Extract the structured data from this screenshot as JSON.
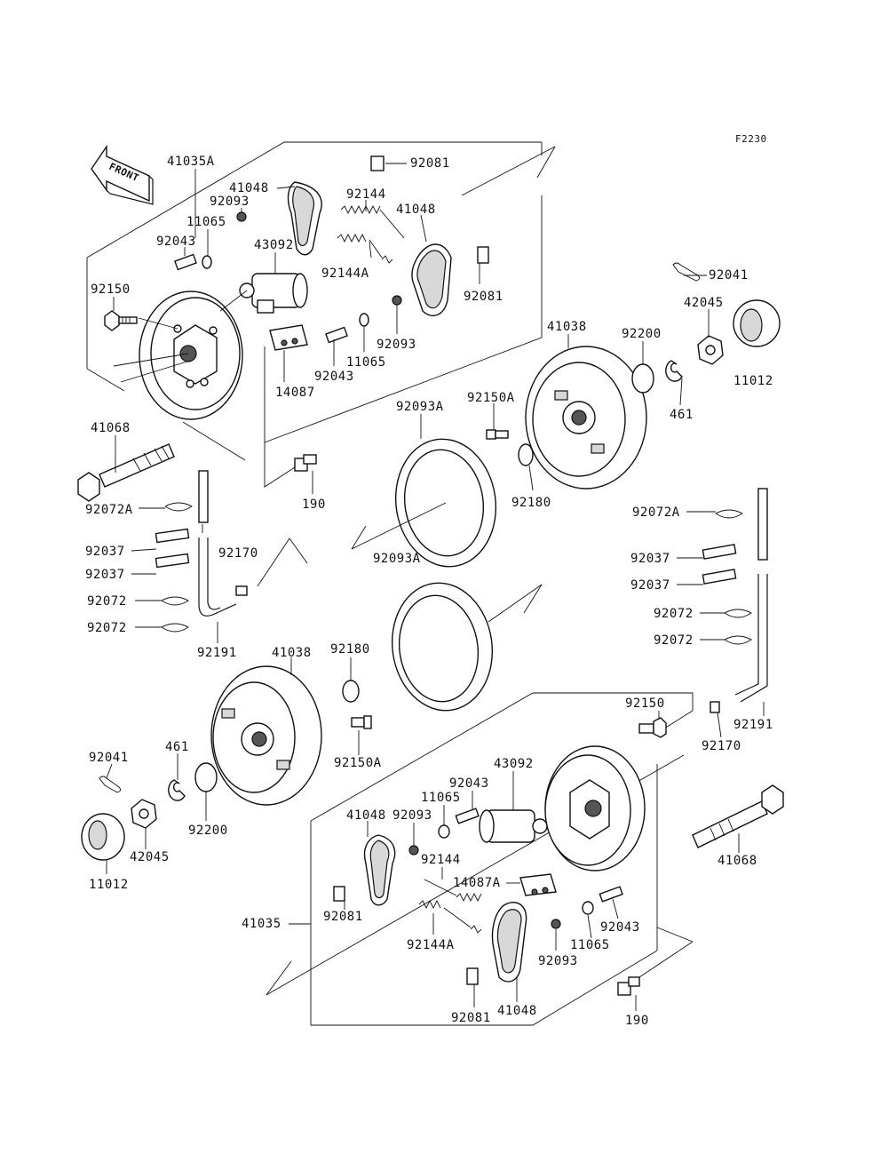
{
  "figure_code": "F2230",
  "front_arrow_text": "FRONT",
  "labels": {
    "l_41035A": "41035A",
    "l_41048_a": "41048",
    "l_92093_a": "92093",
    "l_92081_a": "92081",
    "l_92144_a": "92144",
    "l_41048_b": "41048",
    "l_11065_a": "11065",
    "l_43092_a": "43092",
    "l_92043_a": "92043",
    "l_92150_a": "92150",
    "l_92144A_a": "92144A",
    "l_92081_b": "92081",
    "l_92093_b": "92093",
    "l_11065_b": "11065",
    "l_92043_b": "92043",
    "l_14087": "14087",
    "l_92041_a": "92041",
    "l_42045_a": "42045",
    "l_11012_a": "11012",
    "l_41038_a": "41038",
    "l_92200_a": "92200",
    "l_461_a": "461",
    "l_92150A_a": "92150A",
    "l_92093A_a": "92093A",
    "l_41068_a": "41068",
    "l_190_a": "190",
    "l_92180_a": "92180",
    "l_92072A_a": "92072A",
    "l_92037_a": "92037",
    "l_92037_b": "92037",
    "l_92170_a": "92170",
    "l_92072_a": "92072",
    "l_92072_b": "92072",
    "l_92191_a": "92191",
    "l_92072A_b": "92072A",
    "l_92037_c": "92037",
    "l_92037_d": "92037",
    "l_92072_c": "92072",
    "l_92072_d": "92072",
    "l_92093A_b": "92093A",
    "l_41038_b": "41038",
    "l_92180_b": "92180",
    "l_92150A_b": "92150A",
    "l_92041_b": "92041",
    "l_461_b": "461",
    "l_92200_b": "92200",
    "l_42045_b": "42045",
    "l_11012_b": "11012",
    "l_92150_b": "92150",
    "l_92170_b": "92170",
    "l_92191_b": "92191",
    "l_43092_b": "43092",
    "l_92043_c": "92043",
    "l_11065_c": "11065",
    "l_41048_c": "41048",
    "l_92093_c": "92093",
    "l_92144_b": "92144",
    "l_14087A": "14087A",
    "l_41068_b": "41068",
    "l_41035": "41035",
    "l_92081_c": "92081",
    "l_92144A_b": "92144A",
    "l_92093_d": "92093",
    "l_11065_d": "11065",
    "l_92043_d": "92043",
    "l_92081_d": "92081",
    "l_41048_d": "41048",
    "l_190_b": "190"
  }
}
